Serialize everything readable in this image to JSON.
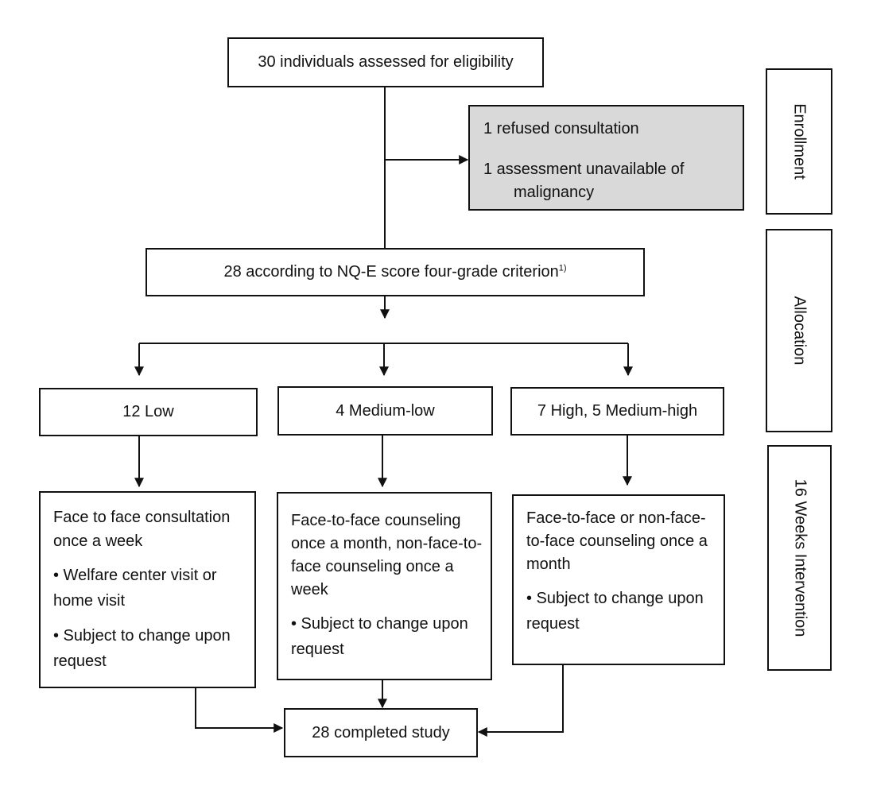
{
  "nodes": {
    "assessed": "30 individuals assessed for eligibility",
    "excluded": {
      "line1": "1 refused consultation",
      "line2": "1 assessment unavailable of",
      "line2b": "malignancy"
    },
    "allocated": {
      "text": "28 according to NQ-E score four-grade criterion",
      "sup": "1)"
    },
    "groups": {
      "low": "12 Low",
      "medium_low": "4 Medium-low",
      "high": "7 High, 5 Medium-high"
    },
    "interventions": {
      "low": {
        "main": "Face to face consultation once a week",
        "bullet1": "• Welfare center visit or home visit",
        "bullet2": "• Subject to change upon request"
      },
      "medium_low": {
        "main": "Face-to-face counseling once a month, non-face-to-face counseling once a week",
        "bullet1": "• Subject to change upon request"
      },
      "high": {
        "main": "Face-to-face or non-face-to-face counseling once a month",
        "bullet1": "• Subject to change upon request"
      }
    },
    "completed": "28 completed study"
  },
  "stages": {
    "enrollment": "Enrollment",
    "allocation": "Allocation",
    "intervention": "16 Weeks Intervention"
  }
}
